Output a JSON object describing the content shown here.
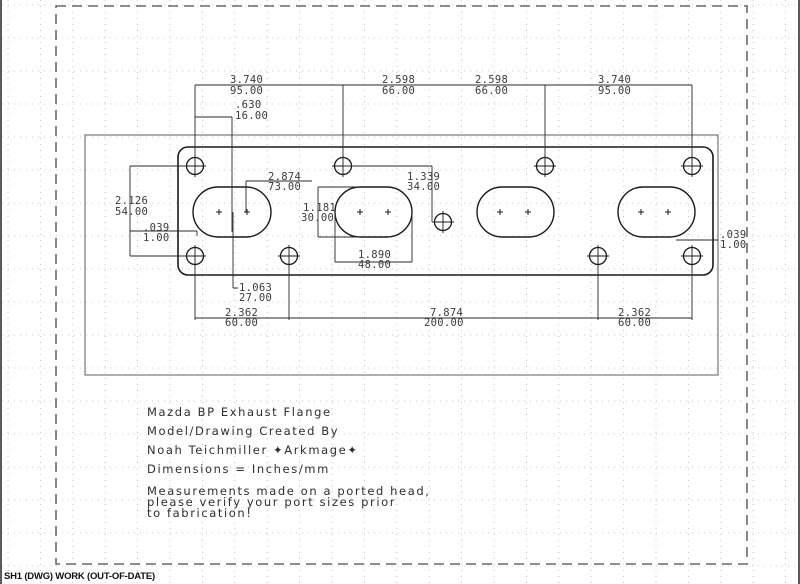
{
  "window": {
    "status_bar": "SH1 (DWG) WORK (OUT-OF-DATE)"
  },
  "drawing": {
    "title": "Mazda BP Exhaust Flange",
    "notes": [
      "Mazda BP Exhaust Flange",
      "Model/Drawing Created By",
      "Noah Teichmiller ✦Arkmage✦",
      "Dimensions = Inches/mm"
    ],
    "warning": [
      "Measurements made on a ported head,",
      "please verify your port sizes prior",
      "to fabrication!"
    ],
    "units": [
      "Inches",
      "mm"
    ],
    "colors": {
      "geometry": "#1a1a1a",
      "dimension": "#3a3a3a",
      "grid": "#b8b8b8",
      "frame_dashed": "#6a6a6a",
      "sheet_border": "#777777"
    }
  },
  "dimensions": {
    "top_1": {
      "in": "3.740",
      "mm": "95.00"
    },
    "top_2": {
      "in": "2.598",
      "mm": "66.00"
    },
    "top_3": {
      "in": "2.598",
      "mm": "66.00"
    },
    "top_4": {
      "in": "3.740",
      "mm": "95.00"
    },
    "hole_offset": {
      "in": ".630",
      "mm": "16.00"
    },
    "height": {
      "in": "2.126",
      "mm": "54.00"
    },
    "port_spacing": {
      "in": "2.874",
      "mm": "73.00"
    },
    "stud_offset": {
      "in": "1.339",
      "mm": "34.00"
    },
    "port_height": {
      "in": "1.181",
      "mm": "30.00"
    },
    "port_width": {
      "in": "1.890",
      "mm": "48.00"
    },
    "left_gap": {
      "in": ".039",
      "mm": "1.00"
    },
    "right_gap": {
      "in": ".039",
      "mm": "1.00"
    },
    "port_drop": {
      "in": "1.063",
      "mm": "27.00"
    },
    "bottom_1": {
      "in": "2.362",
      "mm": "60.00"
    },
    "bottom_2": {
      "in": "7.874",
      "mm": "200.00"
    },
    "bottom_3": {
      "in": "2.362",
      "mm": "60.00"
    }
  }
}
